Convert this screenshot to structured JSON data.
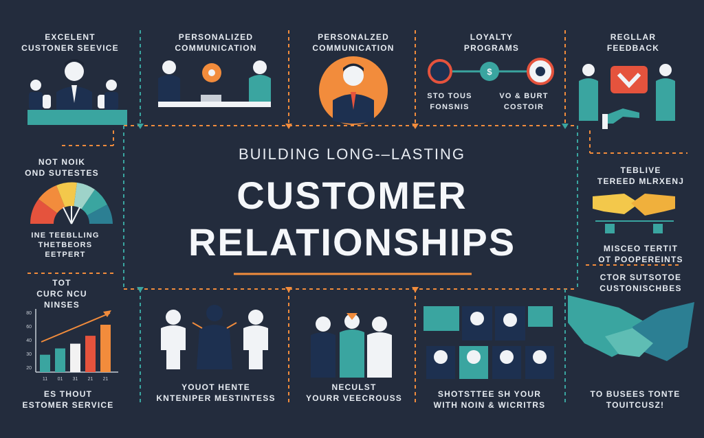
{
  "title": {
    "line1": "BUILDING LONG-–LASTING",
    "line2": "CUSTOMER",
    "line3": "RELATIONSHIPS"
  },
  "top": [
    {
      "l1": "EXCELENT",
      "l2": "CUSTONER SEEVICE"
    },
    {
      "l1": "PERSONALIZED",
      "l2": "COMMUNICATION"
    },
    {
      "l1": "PERSONALZED",
      "l2": "COMMUNICATION"
    },
    {
      "l1": "LOYALTY",
      "l2": "PROGRAMS"
    },
    {
      "l1": "REGLLAR",
      "l2": "FEEDBACK"
    }
  ],
  "loyalty_sub": {
    "a1": "STO TOUS",
    "a2": "FONSNIS",
    "b1": "VO & BURT",
    "b2": "COSTOIR"
  },
  "left": {
    "gauge_top1": "NOT NOIK",
    "gauge_top2": "OND SUTESTES",
    "gauge_bot1": "INE TEEBLLING",
    "gauge_bot2": "THETBEORS",
    "gauge_bot3": "EETPERT"
  },
  "right": {
    "top1": "TEBLIVE",
    "top2": "TEREED MLRXENJ",
    "mid1": "MISCEO TERTIT",
    "mid2": "OT POOPEREINTS",
    "bot1": "CTOR SUTSOTOE",
    "bot2": "CUSTONISCHBES"
  },
  "bottom": [
    {
      "l1": "TOT",
      "l2": "CURC NCU",
      "l3": "NINSES"
    },
    {
      "l1": "YOUOT HENTE",
      "l2": "KNTENIPER MESTINTESS"
    },
    {
      "l1": "NECULST",
      "l2": "YOURR VEECROUSS"
    },
    {
      "l1": "SHOTSTTEE SH YOUR",
      "l2": "WITH NOIN & WICRITRS"
    },
    {
      "l1": "TO BUSEES TONTE",
      "l2": "TOUITCUSZ!"
    }
  ],
  "chart_bottom": {
    "l1": "ES THOUT",
    "l2": "ESTOMER SERVICE"
  },
  "chart_data": {
    "type": "bar",
    "categories": [
      "",
      "",
      "",
      "",
      ""
    ],
    "values": [
      22,
      30,
      36,
      46,
      60
    ],
    "yticks": [
      "80",
      "60",
      "40",
      "30",
      "20"
    ],
    "xticks": [
      "11",
      "01",
      "31",
      "21",
      "21"
    ],
    "colors": [
      "#3aa5a0",
      "#3aa5a0",
      "#f2f2f2",
      "#e5533d",
      "#f28c3c"
    ],
    "ylim": [
      0,
      80
    ]
  },
  "gauge_colors": [
    "#e5533d",
    "#f28c3c",
    "#f3c84b",
    "#9ed3c9",
    "#3aa5a0",
    "#2c7f93"
  ],
  "colors": {
    "dash_orange": "#f28c3c",
    "dash_teal": "#3aa5a0",
    "background": "#232c3d"
  }
}
